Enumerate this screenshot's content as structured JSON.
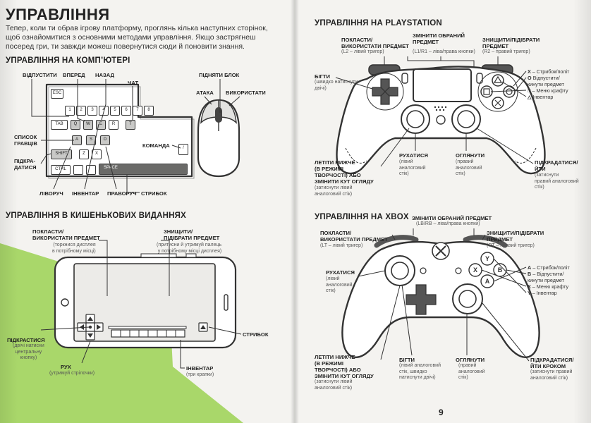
{
  "page_title": "УПРАВЛІННЯ",
  "intro": "Тепер, коли ти обрав ігрову платформу, проглянь кілька наступних сторінок, щоб ознайомитися з основними методами управління. Якщо застрягнеш посеред гри, ти завжди можеш повернутися сюди й поновити знання.",
  "pc": {
    "heading": "УПРАВЛІННЯ НА КОМП’ЮТЕРІ",
    "labels": {
      "release": "ВІДПУСТИТИ",
      "forward": "ВПЕРЕД",
      "back": "НАЗАД",
      "chat": "ЧАТ",
      "pick_block": "ПІДНЯТИ БЛОК",
      "attack": "АТАКА",
      "use": "ВИКОРИСТАТИ",
      "player_list": "СПИСОК\nГРАВЦІВ",
      "sneak": "ПІДКРА-\nДАТИСЯ",
      "command": "КОМАНДА",
      "left": "ЛІВОРУЧ",
      "inventory": "ІНВЕНТАР",
      "right": "ПРАВОРУЧ",
      "jump": "СТРИБОК"
    },
    "keys": {
      "esc": "ESC",
      "tab": "TAB",
      "shift": "SHIFT",
      "ctrl": "CTRL",
      "space": "SPACE",
      "n1": "1",
      "n2": "2",
      "n3": "3",
      "n4": "4",
      "n5": "5",
      "n6": "6",
      "n7": "7",
      "n8": "8",
      "q": "Q",
      "w": "W",
      "e": "E",
      "r": "R",
      "t": "T",
      "a": "A",
      "s": "S",
      "d": "D",
      "z": "Z",
      "x": "X",
      "slash": "/"
    }
  },
  "pocket": {
    "heading": "УПРАВЛІННЯ В КИШЕНЬКОВИХ ВИДАННЯХ",
    "place_title": "ПОКЛАСТИ/\nВИКОРИСТАТИ ПРЕДМЕТ",
    "place_sub": "(торкнися дисплея\nв потрібному місці)",
    "destroy_title": "ЗНИЩИТИ/\nПІДІБРАТИ ПРЕДМЕТ",
    "destroy_sub": "(притисни й утримуй палець\nу потрібному місці дисплея)",
    "sneak_title": "ПІДКРАСТИСЯ",
    "sneak_sub": "(двічі натисни\nцентральну\nкнопку)",
    "move_title": "РУХ",
    "move_sub": "(утримуй стрілочки)",
    "jump_title": "СТРИБОК",
    "inv_title": "ІНВЕНТАР",
    "inv_sub": "(три крапки)"
  },
  "ps": {
    "heading": "УПРАВЛІННЯ НА PLAYSTATION",
    "place_title": "ПОКЛАСТИ/\nВИКОРИСТАТИ ПРЕДМЕТ",
    "place_sub": "(L2 – лівий тригер)",
    "change_title": "ЗМІНИТИ ОБРАНИЙ\nПРЕДМЕТ",
    "change_sub": "(L1/R1 – ліва/права кнопки)",
    "destroy_title": "ЗНИЩИТИ/ПІДІБРАТИ\nПРЕДМЕТ",
    "destroy_sub": "(R2 – правий тригер)",
    "run_title": "БІГТИ",
    "run_sub": "(швидко натиснути\nдвічі)",
    "move_title": "РУХАТИСЯ",
    "move_sub": "(лівий\nаналоговий\nстік)",
    "look_title": "ОГЛЯНУТИ",
    "look_sub": "(правий\nаналоговий\nстік)",
    "fly_title": "ЛЕТІТИ НИЖЧЕ\n(В РЕЖИМІ\nТВОРЧОСТІ) АБО\nЗМІНИТИ КУТ ОГЛЯДУ",
    "fly_sub": "(затиснути лівий\nаналоговий стік)",
    "sneak_title": "ПІДКРАДАТИСЯ/\nЙТИ",
    "sneak_sub": "(затиснути\nправий аналоговий\nстік)",
    "legend": [
      {
        "key": "X",
        "text": " – Стрибок/політ"
      },
      {
        "key": "O",
        "text": " Відпустити/\nкинути предмет"
      },
      {
        "key": "□",
        "text": " – Меню крафту"
      },
      {
        "key": "△",
        "text": " Інвентар"
      }
    ]
  },
  "xbox": {
    "heading": "УПРАВЛІННЯ НА XBOX",
    "change_title": "ЗМІНИТИ ОБРАНИЙ ПРЕДМЕТ",
    "change_sub": "(LB/RB – ліва/права кнопки)",
    "place_title": "ПОКЛАСТИ/\nВИКОРИСТАТИ ПРЕДМЕТ",
    "place_sub": "(LT – лівий тригер)",
    "destroy_title": "ЗНИЩИТИ/ПІДІБРАТИ\nПРЕДМЕТ",
    "destroy_sub": "(RT – правий тригер)",
    "move_title": "РУХАТИСЯ",
    "move_sub": "(лівий\nаналоговий\nстік)",
    "fly_title": "ЛЕТІТИ НИЖЧЕ\n(В РЕЖИМІ\nТВОРЧОСТІ) АБО\nЗМІНИТИ КУТ ОГЛЯДУ",
    "fly_sub": "(затиснути лівий\nаналоговий стік)",
    "run_title": "БІГТИ",
    "run_sub": "(лівий аналоговий\nстік, швидко\nнатиснути двічі)",
    "look_title": "ОГЛЯНУТИ",
    "look_sub": "(правий\nаналоговий\nстік)",
    "sneak_title": "ПІДКРАДАТИСЯ/\nЙТИ КРОКОМ",
    "sneak_sub": "(затиснути правий\nаналоговий стік)",
    "legend": [
      {
        "key": "A",
        "text": " – Стрибок/політ"
      },
      {
        "key": "B",
        "text": " – Відпустити/\nкинути предмет"
      },
      {
        "key": "X",
        "text": " – Меню крафту"
      },
      {
        "key": "Y",
        "text": " – Інвентар"
      }
    ]
  },
  "page_number": "9",
  "colors": {
    "accent_green": "#a9d76a",
    "ink": "#2b2b2b",
    "paper": "#f4f3f0"
  }
}
